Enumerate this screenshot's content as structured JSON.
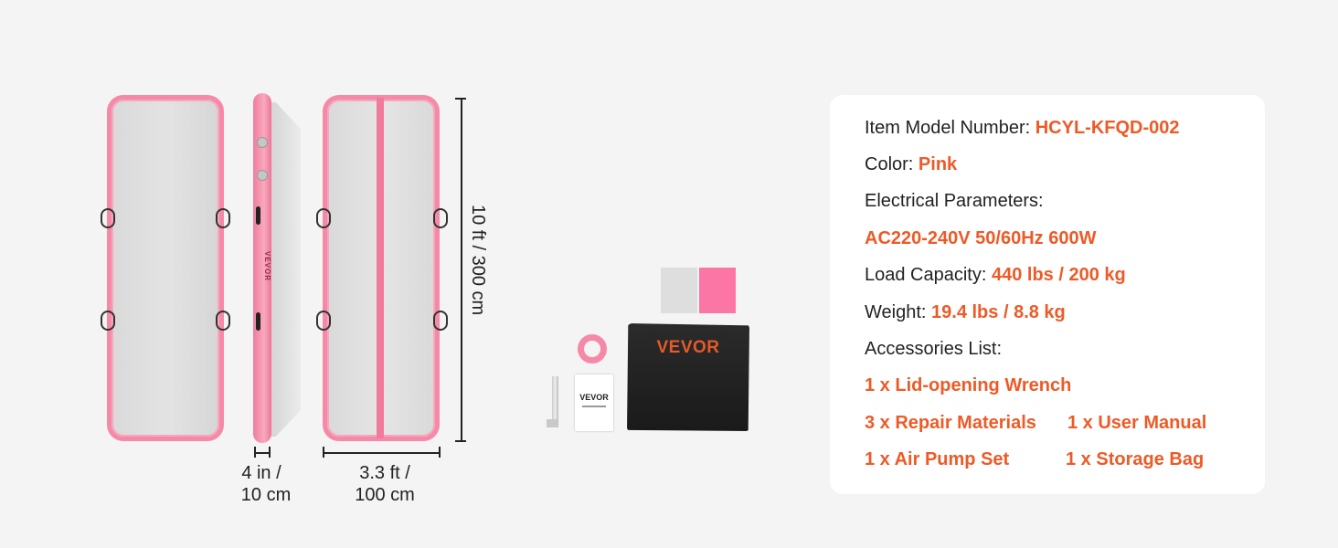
{
  "product": {
    "brand": "VEVOR",
    "dimensions": {
      "length_line1": "10 ft / 300 cm",
      "thickness_line1": "4 in /",
      "thickness_line2": "10 cm",
      "width_line1": "3.3 ft /",
      "width_line2": "100 cm"
    }
  },
  "specs": {
    "model_label": "Item Model Number:",
    "model_value": "HCYL-KFQD-002",
    "color_label": "Color:",
    "color_value": "Pink",
    "electrical_label": "Electrical Parameters:",
    "electrical_value": "AC220-240V 50/60Hz 600W",
    "load_label": "Load Capacity:",
    "load_value": "440 lbs / 200 kg",
    "weight_label": "Weight:",
    "weight_value": "19.4 lbs / 8.8 kg",
    "accessories_label": "Accessories List:",
    "accessories": [
      "1 x Lid-opening Wrench",
      "3 x Repair Materials",
      "1 x User Manual",
      "1 x Air Pump Set",
      "1 x Storage Bag"
    ]
  },
  "colors": {
    "accent": "#ee5a26",
    "mat_pink": "#f58aa8",
    "swatch_grey": "#dedede",
    "swatch_pink": "#fb75a5"
  }
}
